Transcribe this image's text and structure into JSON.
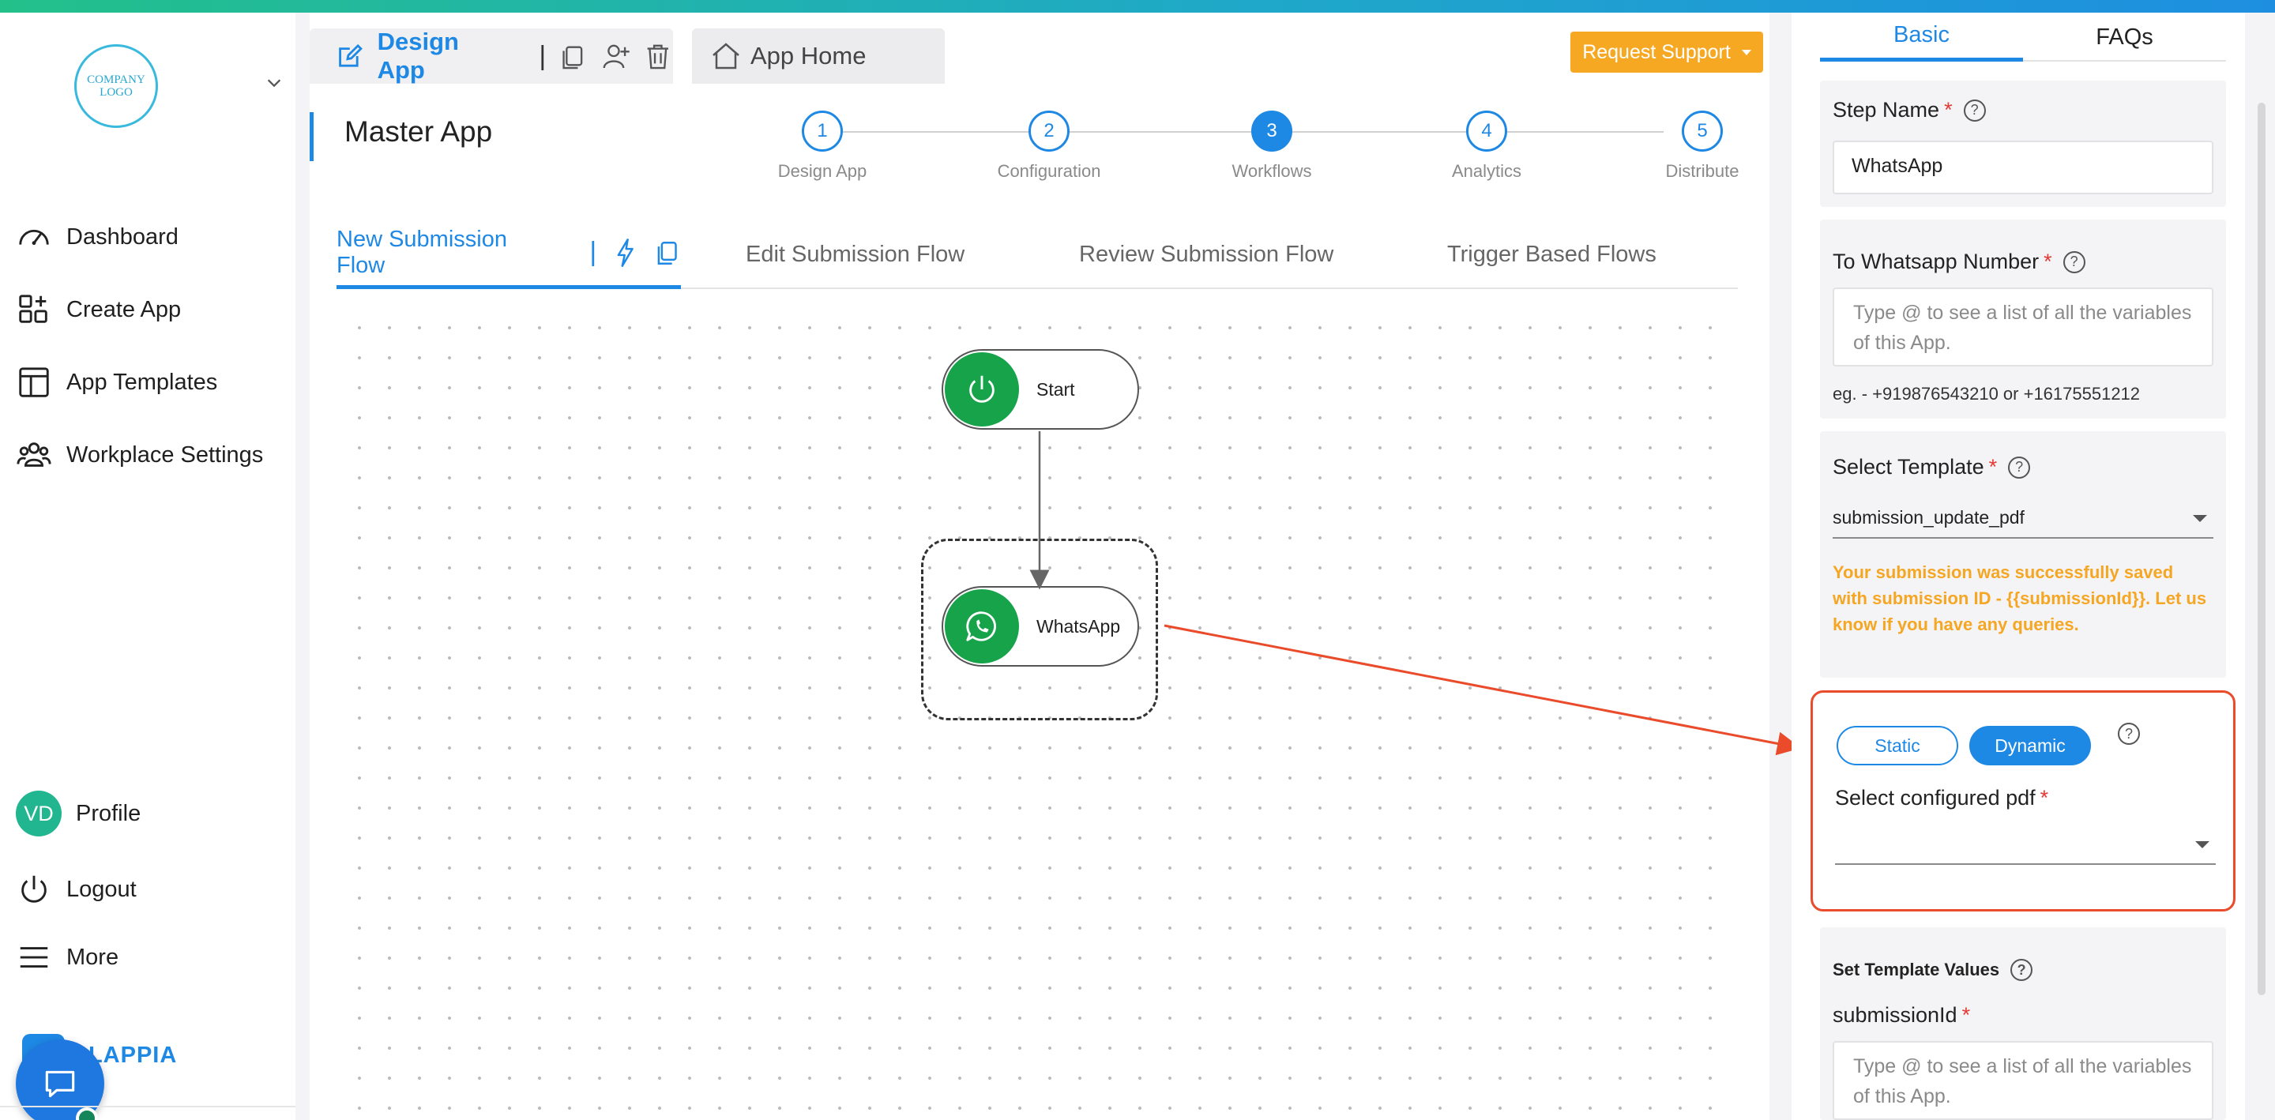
{
  "sidebar": {
    "logo_text": "COMPANY LOGO",
    "nav": [
      {
        "label": "Dashboard",
        "icon": "gauge-icon"
      },
      {
        "label": "Create App",
        "icon": "create-app-icon"
      },
      {
        "label": "App Templates",
        "icon": "templates-icon"
      },
      {
        "label": "Workplace Settings",
        "icon": "people-icon"
      }
    ],
    "profile": {
      "initials": "VD",
      "label": "Profile"
    },
    "logout": "Logout",
    "more": "More",
    "brand": "CLAPPIA"
  },
  "header": {
    "design_tab": "Design App",
    "home_tab": "App Home",
    "request_support": "Request Support",
    "app_name": "Master App"
  },
  "stepper": [
    {
      "num": "1",
      "label": "Design App"
    },
    {
      "num": "2",
      "label": "Configuration"
    },
    {
      "num": "3",
      "label": "Workflows",
      "active": true
    },
    {
      "num": "4",
      "label": "Analytics"
    },
    {
      "num": "5",
      "label": "Distribute"
    }
  ],
  "flow_tabs": {
    "new": "New Submission Flow",
    "edit": "Edit Submission Flow",
    "review": "Review Submission Flow",
    "trigger": "Trigger Based Flows"
  },
  "canvas": {
    "start_node": "Start",
    "whatsapp_node": "WhatsApp"
  },
  "panel": {
    "tabs": {
      "basic": "Basic",
      "faqs": "FAQs"
    },
    "step_name": {
      "label": "Step Name",
      "required": "*",
      "value": "WhatsApp"
    },
    "to_number": {
      "label": "To Whatsapp Number",
      "required": "*",
      "placeholder": "Type @ to see a list of all the variables of this App.",
      "hint": "eg. - +919876543210 or +16175551212"
    },
    "select_template": {
      "label": "Select Template",
      "required": "*",
      "value": "submission_update_pdf",
      "preview": "Your submission was successfully saved with submission ID - {{submissionId}}. Let us know if you have any queries."
    },
    "pdf_mode": {
      "static": "Static",
      "dynamic": "Dynamic",
      "selected": "Dynamic"
    },
    "configured_pdf": {
      "label": "Select configured pdf",
      "required": "*",
      "value": ""
    },
    "template_values": {
      "title": "Set Template Values",
      "field_label": "submissionId",
      "required": "*",
      "placeholder": "Type @ to see a list of all the variables of this App."
    }
  },
  "colors": {
    "accent": "#1e88e5",
    "support_button": "#f7a823",
    "node_green": "#16a34a",
    "annotation_red": "#e94b2b",
    "template_text": "#f5a623"
  }
}
